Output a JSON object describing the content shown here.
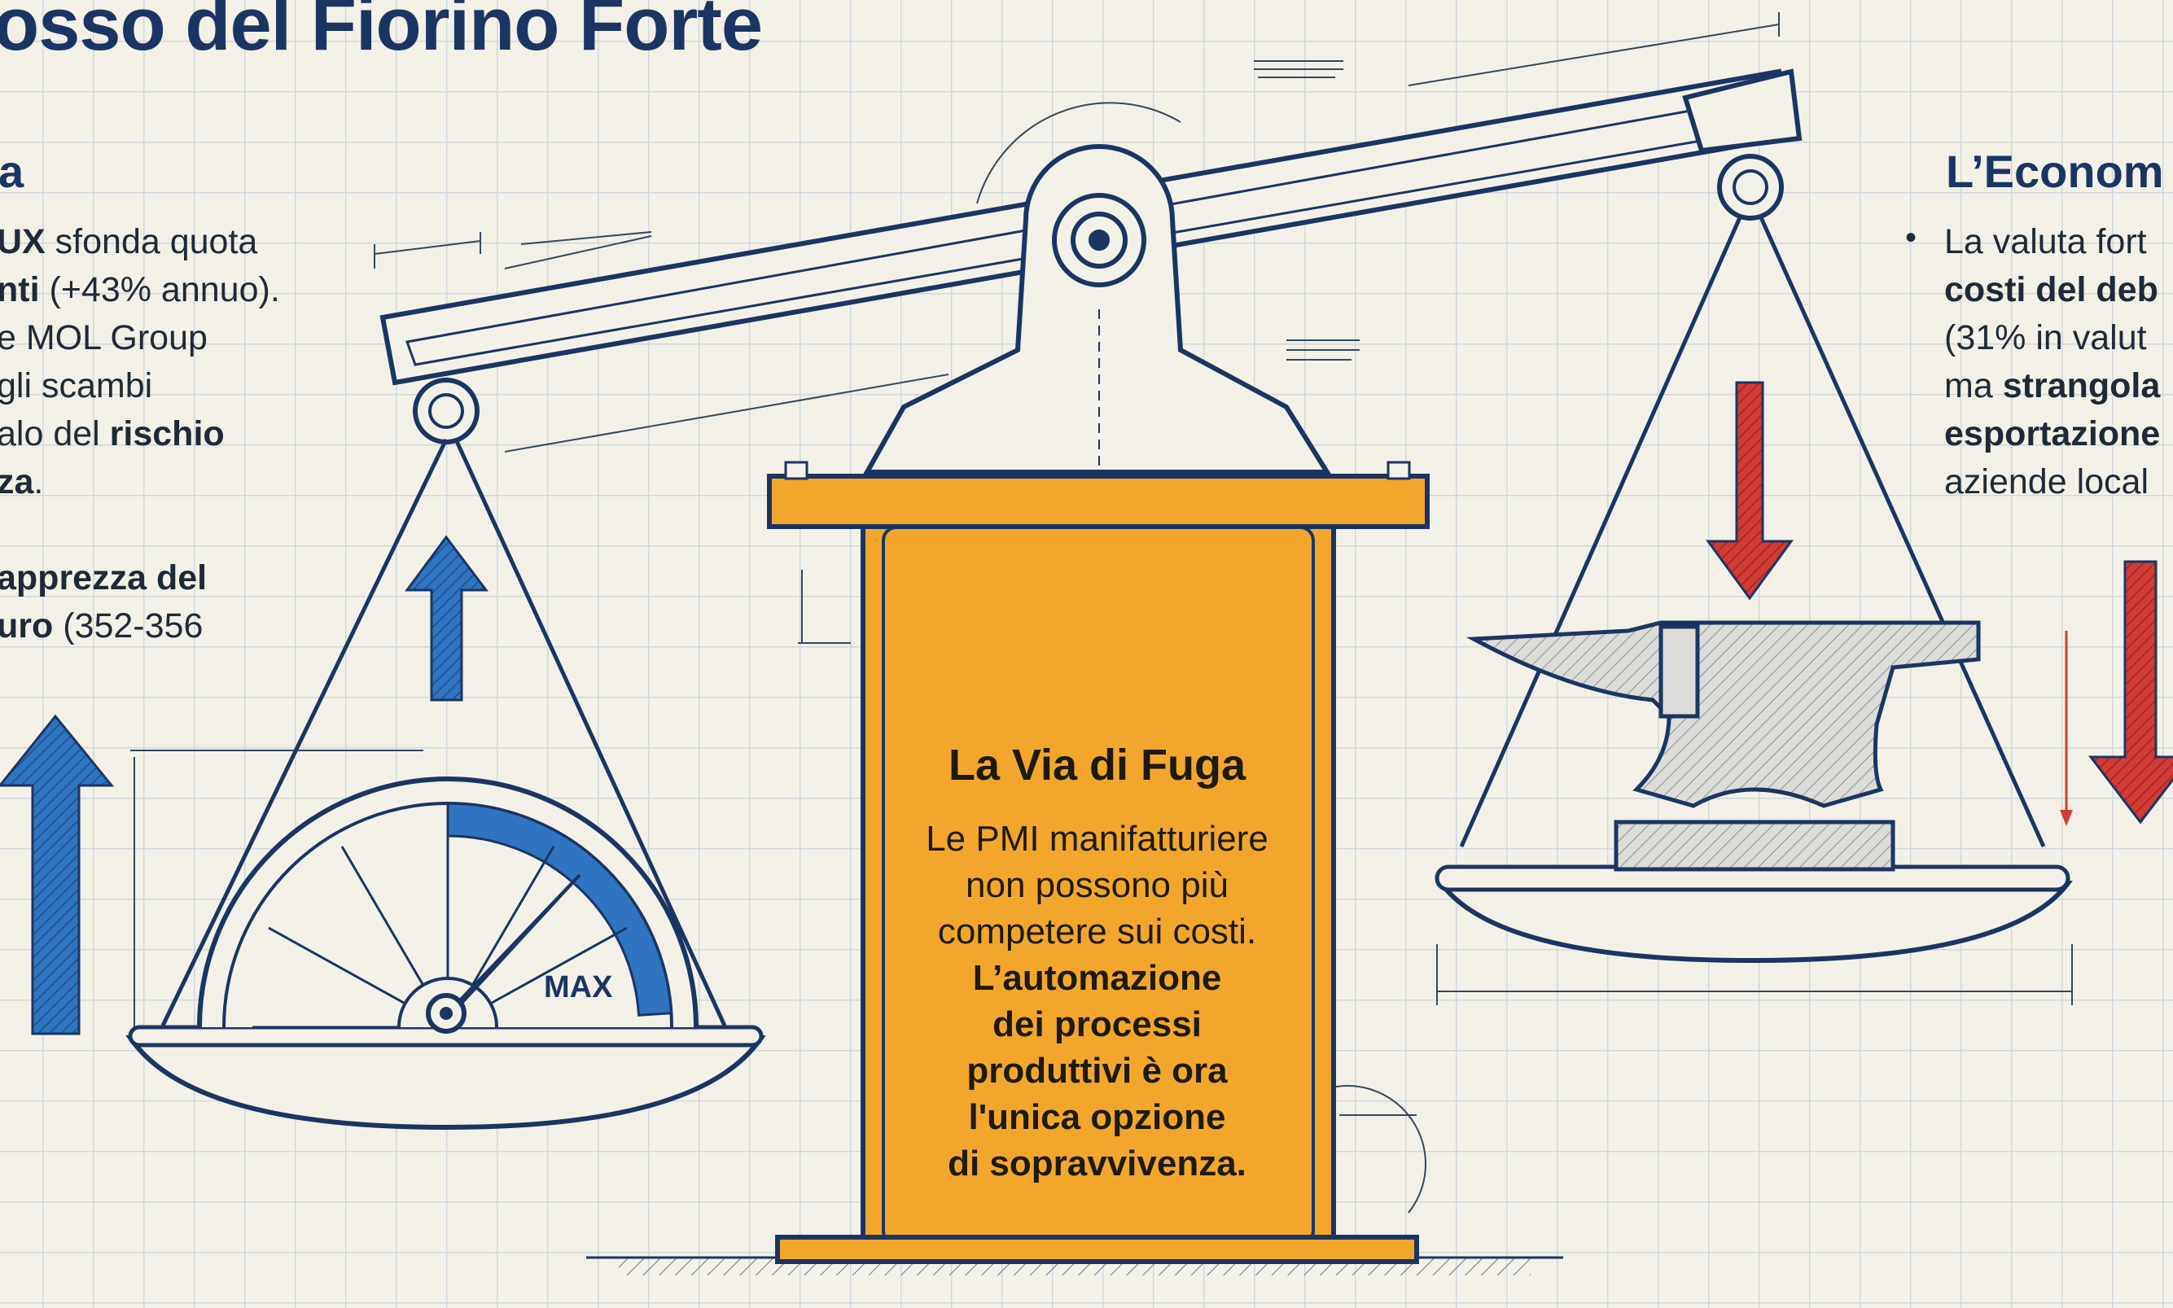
{
  "title": "osso del Fiorino Forte",
  "left_panel": {
    "heading": "a",
    "lines": [
      [
        {
          "t": "UX",
          "b": true
        },
        {
          "t": " sfonda quota",
          "b": false
        }
      ],
      [
        {
          "t": "nti",
          "b": true
        },
        {
          "t": " (+43% annuo).",
          "b": false
        }
      ],
      [
        {
          "t": "e MOL Group",
          "b": false
        }
      ],
      [
        {
          "t": "gli scambi",
          "b": false
        }
      ],
      [
        {
          "t": "alo del ",
          "b": false
        },
        {
          "t": "rischio",
          "b": true
        }
      ],
      [
        {
          "t": "za",
          "b": true
        },
        {
          "t": ".",
          "b": false
        }
      ],
      [
        {
          "t": "",
          "b": false
        }
      ],
      [
        {
          "t": " apprezza del",
          "b": true
        }
      ],
      [
        {
          "t": "uro",
          "b": true
        },
        {
          "t": " (352-356",
          "b": false
        }
      ]
    ]
  },
  "right_panel": {
    "heading": "L’Econom",
    "bullet": "•",
    "lines": [
      [
        {
          "t": "La valuta fort",
          "b": false
        }
      ],
      [
        {
          "t": "costi del deb",
          "b": true
        }
      ],
      [
        {
          "t": "(31% in valut",
          "b": false
        }
      ],
      [
        {
          "t": "ma ",
          "b": false
        },
        {
          "t": "strangola",
          "b": true
        }
      ],
      [
        {
          "t": "esportazione",
          "b": true
        }
      ],
      [
        {
          "t": "aziende local",
          "b": false
        }
      ]
    ]
  },
  "center_panel": {
    "title": "La Via di Fuga",
    "lines": [
      [
        {
          "t": "Le PMI manifatturiere",
          "b": false
        }
      ],
      [
        {
          "t": "non possono più",
          "b": false
        }
      ],
      [
        {
          "t": "competere sui costi.",
          "b": false
        }
      ],
      [
        {
          "t": "L’automazione",
          "b": true
        }
      ],
      [
        {
          "t": "dei processi",
          "b": true
        }
      ],
      [
        {
          "t": "produttivi è ora",
          "b": true
        }
      ],
      [
        {
          "t": "l'unica opzione",
          "b": true
        }
      ],
      [
        {
          "t": "di sopravvivenza.",
          "b": true
        }
      ]
    ]
  },
  "gauge": {
    "label": "MAX",
    "level": 0.75
  },
  "colors": {
    "ink": "#1b3563",
    "pedestal": "#f2a72c",
    "up_arrow": "#2f74c0",
    "down_arrow": "#d23b35",
    "paper": "#f3f1e7",
    "gauge_fill": "#2f74c0"
  }
}
